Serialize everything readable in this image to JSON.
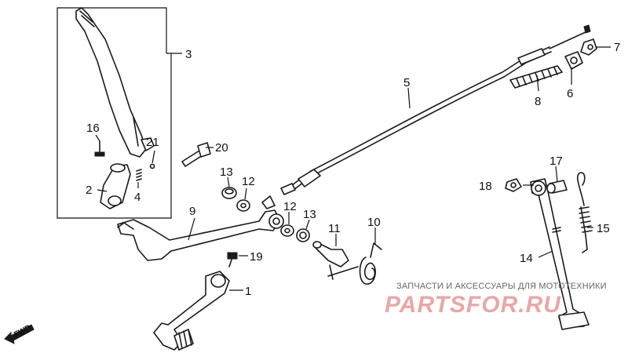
{
  "parts": [
    {
      "id": "1",
      "label": "1"
    },
    {
      "id": "2",
      "label": "2"
    },
    {
      "id": "3",
      "label": "3"
    },
    {
      "id": "4",
      "label": "4"
    },
    {
      "id": "5",
      "label": "5"
    },
    {
      "id": "6",
      "label": "6"
    },
    {
      "id": "7",
      "label": "7"
    },
    {
      "id": "8",
      "label": "8"
    },
    {
      "id": "9",
      "label": "9"
    },
    {
      "id": "10",
      "label": "10"
    },
    {
      "id": "11",
      "label": "11"
    },
    {
      "id": "12a",
      "label": "12"
    },
    {
      "id": "12b",
      "label": "12"
    },
    {
      "id": "13a",
      "label": "13"
    },
    {
      "id": "13b",
      "label": "13"
    },
    {
      "id": "14",
      "label": "14"
    },
    {
      "id": "15",
      "label": "15"
    },
    {
      "id": "16",
      "label": "16"
    },
    {
      "id": "17",
      "label": "17"
    },
    {
      "id": "18",
      "label": "18"
    },
    {
      "id": "19",
      "label": "19"
    },
    {
      "id": "20",
      "label": "20"
    },
    {
      "id": "21",
      "label": "21"
    }
  ],
  "direction_marker": "FWD",
  "watermark": {
    "tagline": "ЗАПЧАСТИ И АКСЕССУАРЫ ДЛЯ МОТОТЕХНИКИ",
    "logo": "PARTSFOR.RU"
  }
}
